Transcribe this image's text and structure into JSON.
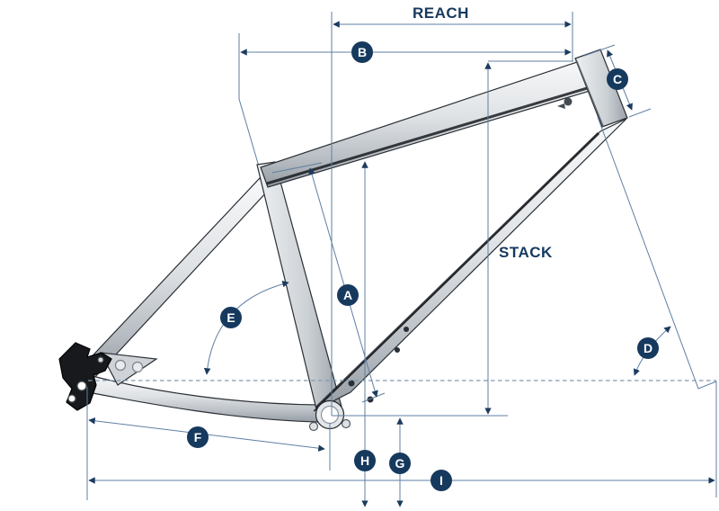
{
  "diagram": {
    "reach_label": "REACH",
    "stack_label": "STACK",
    "badges": [
      {
        "letter": "A"
      },
      {
        "letter": "B"
      },
      {
        "letter": "C"
      },
      {
        "letter": "D"
      },
      {
        "letter": "E"
      },
      {
        "letter": "F"
      },
      {
        "letter": "G"
      },
      {
        "letter": "H"
      },
      {
        "letter": "I"
      }
    ],
    "colors": {
      "accent_navy": "#16395e",
      "dimension_line": "#5f7fa2",
      "dashed_axle_line": "#8099b1",
      "frame_light": "#f2f4f5",
      "frame_dark": "#23272d",
      "background": "#ffffff"
    }
  }
}
